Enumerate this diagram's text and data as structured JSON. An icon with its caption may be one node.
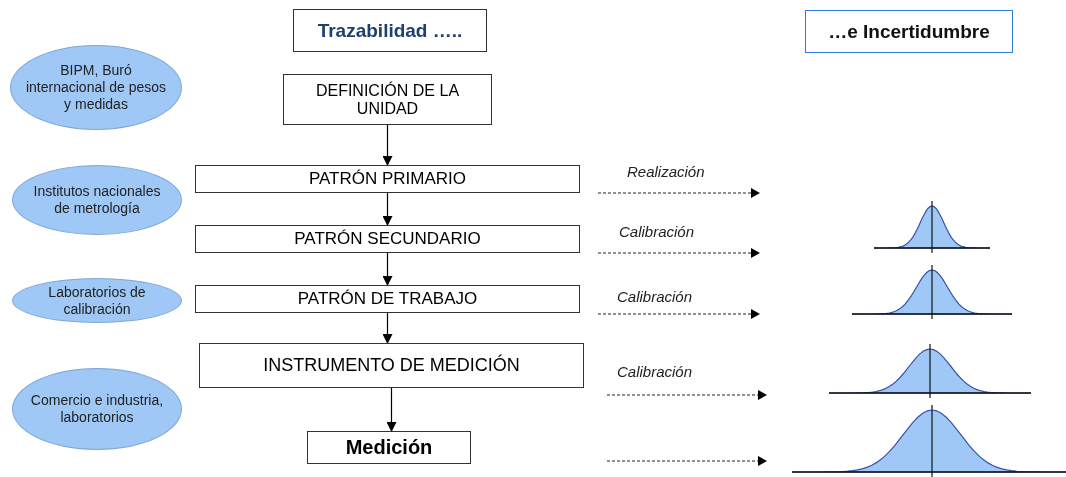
{
  "diagram": {
    "nodes": [
      {
        "text": [
          "Trazabilidad ….."
        ]
      },
      {
        "text": [
          "…e Incertidumbre"
        ]
      },
      {
        "text": [
          "BIPM, Buró internacional de pesos y medidas"
        ]
      },
      {
        "text": [
          "DEFINICIÓN DE LA UNIDAD"
        ]
      },
      {
        "text": [
          "Institutos nacionales de metrología"
        ]
      },
      {
        "text": [
          "PATRÓN PRIMARIO"
        ]
      },
      {
        "text": [
          "PATRÓN SECUNDARIO"
        ]
      },
      {
        "text": [
          "Laboratorios de calibración"
        ]
      },
      {
        "text": [
          "PATRÓN DE TRABAJO"
        ]
      },
      {
        "text": [
          "INSTRUMENTO DE MEDICIÓN"
        ]
      },
      {
        "text": [
          "Comercio e industria, laboratorios"
        ]
      },
      {
        "text": [
          "Medición"
        ]
      }
    ],
    "edges": [
      {
        "from": 3,
        "to": 5,
        "arrow": "to"
      },
      {
        "from": 5,
        "to": 6,
        "arrow": "to"
      },
      {
        "from": 6,
        "to": 8,
        "arrow": "to"
      },
      {
        "from": 8,
        "to": 9,
        "arrow": "to"
      },
      {
        "from": 9,
        "to": 11,
        "arrow": "to"
      }
    ],
    "labels": [
      "Realización",
      "Calibración",
      "Calibración",
      "Calibración"
    ]
  }
}
